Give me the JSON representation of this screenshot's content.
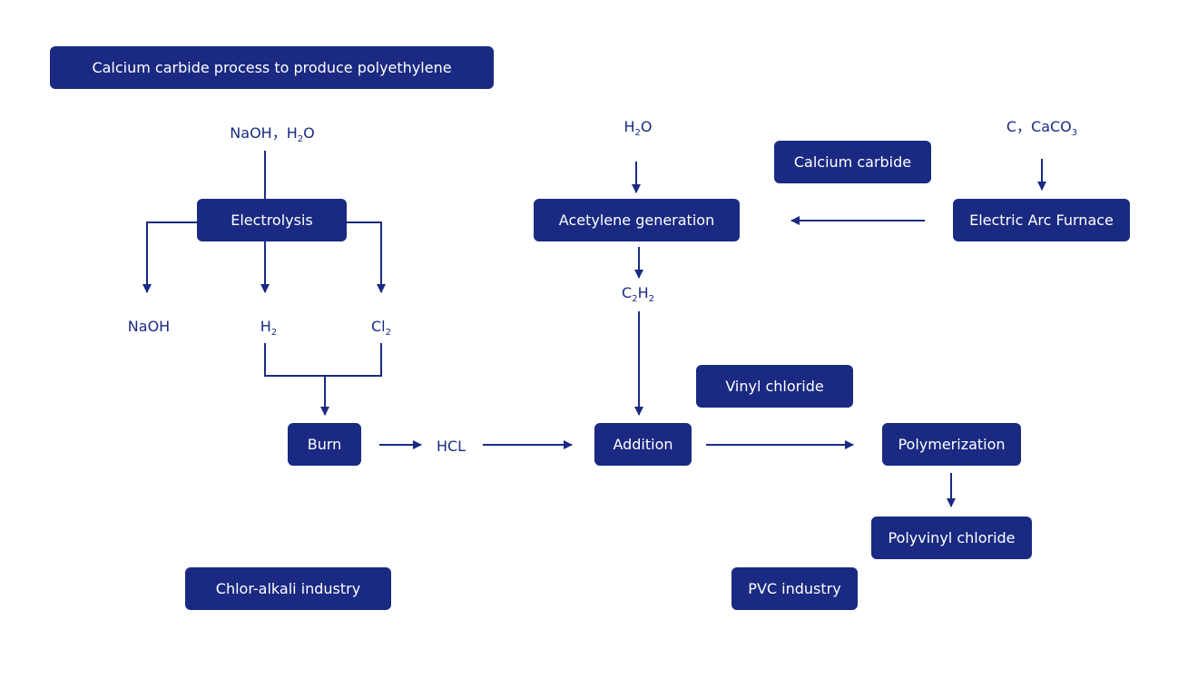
{
  "colors": {
    "primary": "#1a2a82",
    "text_on_box": "#ffffff"
  },
  "title": "Calcium carbide process to produce polyethylene",
  "boxes": {
    "electrolysis": "Electrolysis",
    "acetylene_generation": "Acetylene generation",
    "electric_arc_furnace": "Electric Arc Furnace",
    "calcium_carbide": "Calcium carbide",
    "burn": "Burn",
    "addition": "Addition",
    "polymerization": "Polymerization",
    "vinyl_chloride": "Vinyl chloride",
    "polyvinyl_chloride": "Polyvinyl chloride",
    "chlor_alkali_industry": "Chlor-alkali industry",
    "pvc_industry": "PVC industry"
  },
  "labels": {
    "naoh_h2o": {
      "main": "NaOH，H",
      "sub": "2",
      "tail": "O"
    },
    "h2o": {
      "main": "H",
      "sub": "2",
      "tail": "O"
    },
    "c_caco3": {
      "main": "C，CaCO",
      "sub": "3",
      "tail": ""
    },
    "naoh": {
      "main": "NaOH",
      "sub": "",
      "tail": ""
    },
    "h2": {
      "main": "H",
      "sub": "2",
      "tail": ""
    },
    "cl2": {
      "main": "Cl",
      "sub": "2",
      "tail": ""
    },
    "c2h2": {
      "main": "C",
      "sub": "2",
      "mid": "H",
      "sub2": "2"
    },
    "hcl": {
      "main": "HCL",
      "sub": "",
      "tail": ""
    }
  }
}
